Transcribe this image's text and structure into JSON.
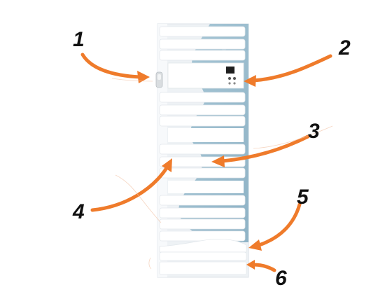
{
  "callouts": [
    {
      "label": "1"
    },
    {
      "label": "2"
    },
    {
      "label": "3"
    },
    {
      "label": "4"
    },
    {
      "label": "5"
    },
    {
      "label": "6"
    }
  ],
  "colors": {
    "arrow": "#ef7b2b",
    "panel_blue": "#9ebfd0",
    "panel_white": "#f7f9fb",
    "frame": "#e9eef2",
    "label": "#111111"
  }
}
